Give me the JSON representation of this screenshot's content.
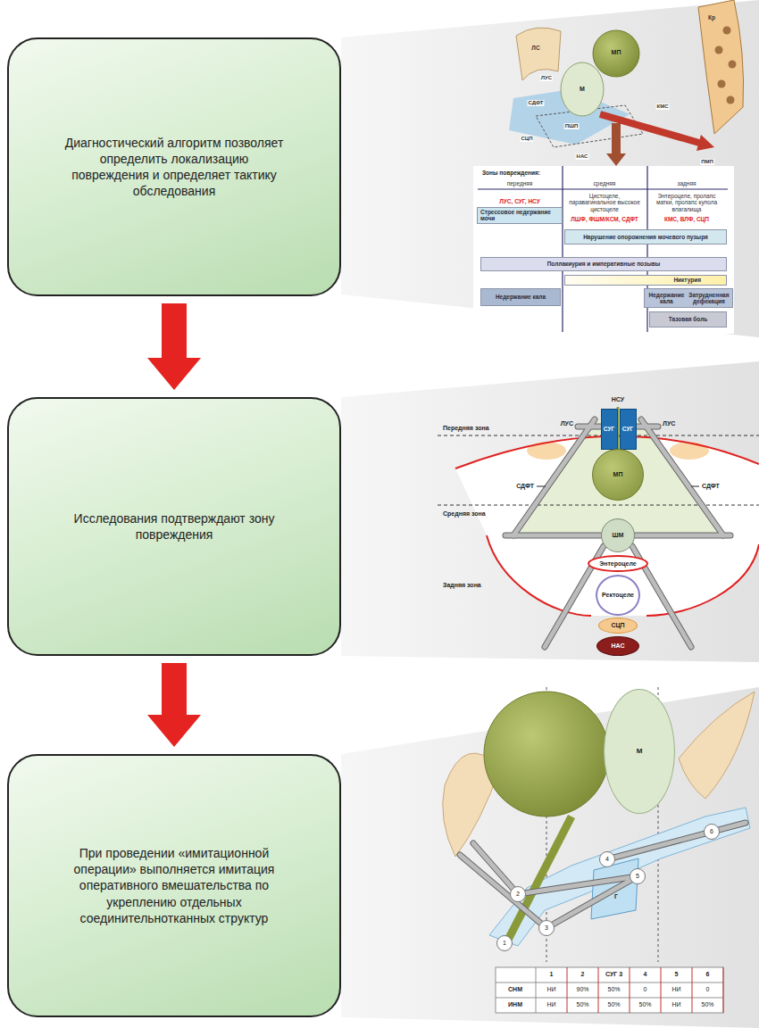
{
  "diagram": {
    "nodes": [
      {
        "text": [
          "Диагностический алгоритм позволяет определить локализацию повреждения и определяет тактику обследования"
        ]
      },
      {
        "text": [
          "Исследования подтверждают зону повреждения"
        ]
      },
      {
        "text": [
          "При проведении «имитационной операции» выполняется имитация оперативного вмешательства по укреплению отдельных соединительнотканных структур"
        ]
      },
      {
        "text": [
          "Стрессовое недержание мочи"
        ]
      },
      {
        "text": [
          "Нарушение опорожнения мочевого пузыря"
        ]
      },
      {
        "text": [
          "Поллакиурия и императивные позывы"
        ]
      },
      {
        "text": [
          "Никтурия"
        ]
      },
      {
        "text": [
          "Недержание кала"
        ]
      },
      {
        "text": [
          "Недержание кала",
          "Затрудненная дефекация"
        ]
      },
      {
        "text": [
          "Тазовая боль"
        ]
      },
      {
        "text": [
          "СУГ"
        ]
      },
      {
        "text": [
          "СУГ"
        ]
      },
      {
        "text": [
          "МП"
        ]
      },
      {
        "text": [
          "ШМ"
        ]
      },
      {
        "text": [
          "Энтероцеле"
        ]
      },
      {
        "text": [
          "Ректоцеле"
        ]
      },
      {
        "text": [
          "СЦП"
        ]
      },
      {
        "text": [
          "НАС"
        ]
      },
      {
        "text": [
          "М"
        ]
      },
      {
        "text": [
          "1"
        ]
      },
      {
        "text": [
          "2"
        ]
      },
      {
        "text": [
          "3"
        ]
      },
      {
        "text": [
          "4"
        ]
      },
      {
        "text": [
          "5"
        ]
      },
      {
        "text": [
          "6"
        ]
      }
    ],
    "edges": [
      {
        "from": 0,
        "to": 1,
        "arrow": "to"
      },
      {
        "from": 1,
        "to": 2,
        "arrow": "to"
      }
    ],
    "labels": [
      "ЛС",
      "МП",
      "М",
      "Кр",
      "ЛУС",
      "СДФТ",
      "ПШП",
      "СЦП",
      "НАС",
      "ПМП",
      "КМС",
      "Зоны повреждения:",
      "передняя",
      "средняя",
      "задняя",
      "ЛУС, СУГ, НСУ",
      "Цистоцеле, паравагинальное высокое цистоцеле",
      "ЛШФ, ФШМ/КСМ, СДФТ",
      "Энтероцеле, пролапс матки, пролапс купола влагалища",
      "КМС, ВЛФ, СЦП",
      "НСУ",
      "ЛУС",
      "ЛУС",
      "Передняя зона",
      "Средняя зона",
      "Задняя зона",
      "СДФТ",
      "СДФТ",
      "Г",
      "1",
      "2",
      "СУГ 3",
      "4",
      "5",
      "6",
      "СНМ",
      "НИ",
      "90%",
      "50%",
      "0",
      "НИ",
      "0",
      "ИНМ",
      "НИ",
      "50%",
      "50%",
      "50%",
      "НИ",
      "50%"
    ]
  }
}
